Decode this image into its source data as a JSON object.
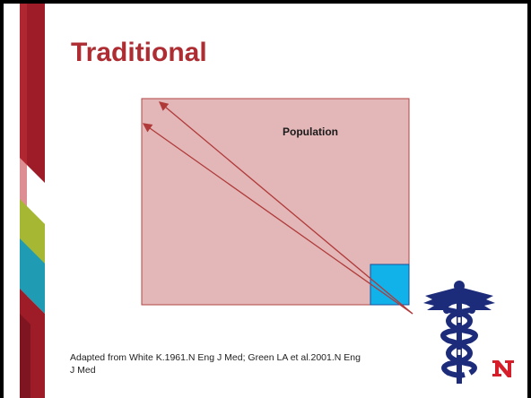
{
  "slide": {
    "title": "Traditional",
    "population_label": "Population",
    "citation": "Adapted from White K.1961.N Eng J Med; Green LA et al.2001.N Eng J Med"
  },
  "colors": {
    "title": "#ad2d33",
    "population_fill": "#e3b6b7",
    "population_stroke": "#b24545",
    "small_box_fill": "#11b2ea",
    "arrows": "#b03a3a",
    "ribbon_red": "#9d1c27",
    "ribbon_green": "#a6b734",
    "ribbon_teal": "#1f9bb3",
    "caduceus": "#1d2c7a",
    "logo": "#d51e2a"
  },
  "icons": {
    "caduceus": "caduceus-icon",
    "logo": "university-n-logo"
  }
}
